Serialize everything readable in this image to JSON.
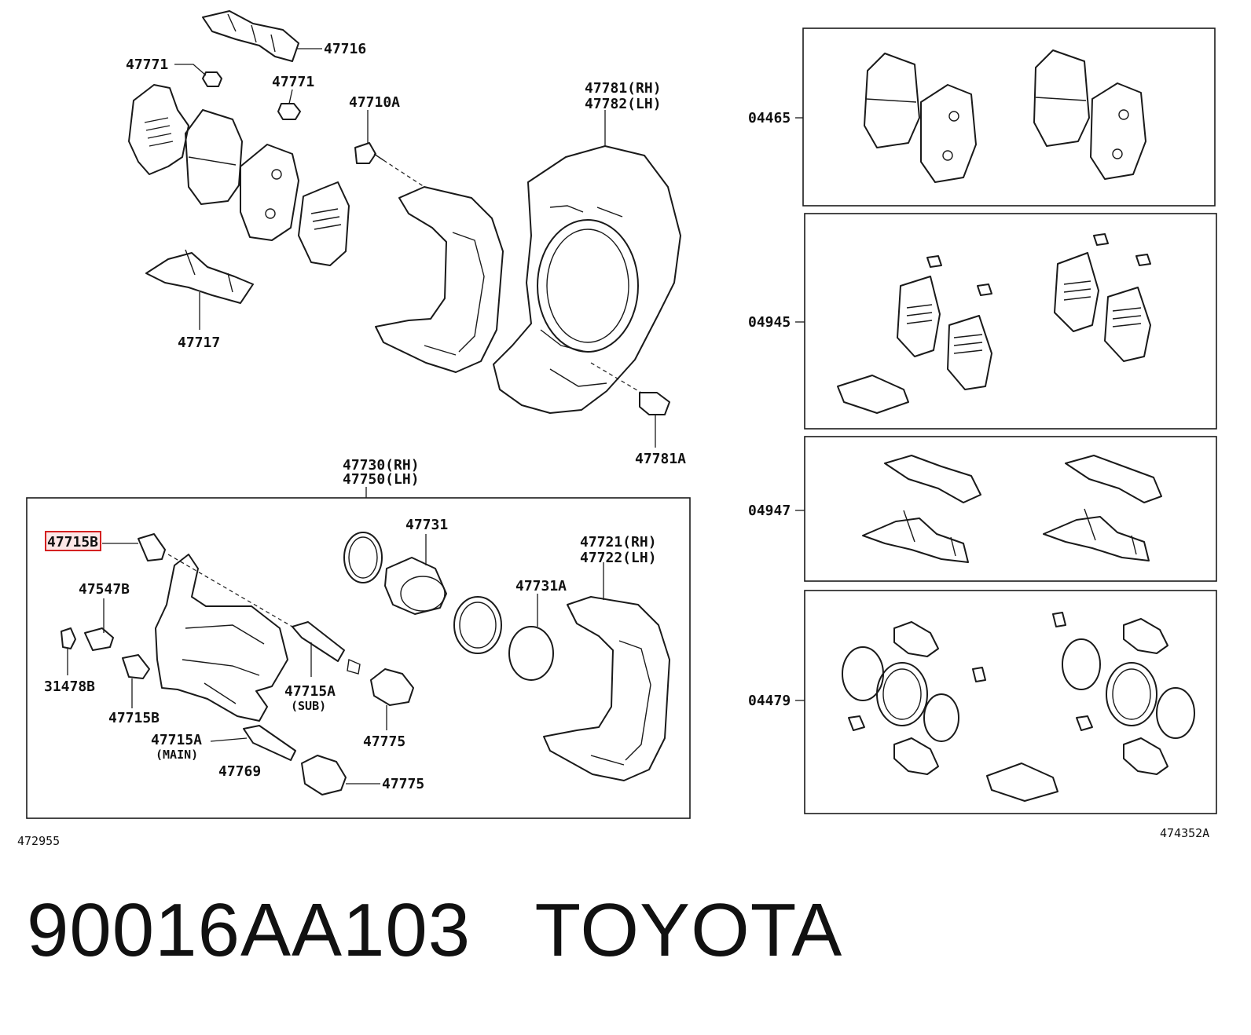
{
  "labels": {
    "l47716": "47716",
    "l47771a": "47771",
    "l47771b": "47771",
    "l47710A": "47710A",
    "l47781": "47781(RH)",
    "l47782": "47782(LH)",
    "l47717": "47717",
    "l47781A": "47781A",
    "l47730": "47730(RH)",
    "l47750": "47750(LH)",
    "l47715B_top": "47715B",
    "l47731": "47731",
    "l47721": "47721(RH)",
    "l47722": "47722(LH)",
    "l47547B": "47547B",
    "l47731A": "47731A",
    "l31478B": "31478B",
    "l47715A_sub": "47715A",
    "l_sub": "(SUB)",
    "l47715B_low": "47715B",
    "l47775a": "47775",
    "l47715A_main": "47715A",
    "l_main": "(MAIN)",
    "l47769": "47769",
    "l47775b": "47775",
    "k04465": "04465",
    "k04945": "04945",
    "k04947": "04947",
    "k04479": "04479"
  },
  "diagram_ids": {
    "left": "472955",
    "right": "474352A"
  },
  "caption": {
    "part_number": "90016AA103",
    "brand": "TOYOTA"
  },
  "highlight_color": "#d42020"
}
